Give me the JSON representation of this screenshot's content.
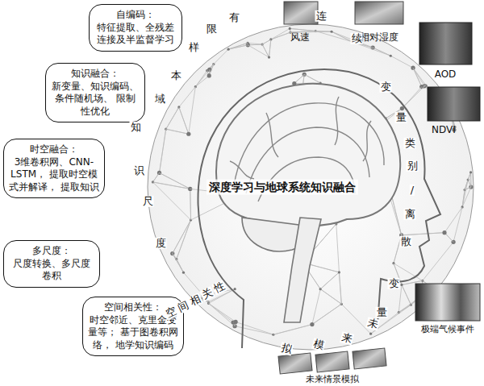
{
  "diagram": {
    "nodes": [
      {
        "text": [
          "自编码：",
          "特征提取、全残差 连接及半监督学习"
        ]
      },
      {
        "text": [
          "知识融合：",
          "新变量、知识编码、 条件随机场、 限制性优化"
        ]
      },
      {
        "text": [
          "时空融合：",
          "3维卷积网、CNN-LSTM， 提取时空模式并解译， 提取知识"
        ]
      },
      {
        "text": [
          "多尺度：",
          "尺度转换、多尺度卷积"
        ]
      },
      {
        "text": [
          "空间相关性：",
          "时空邻近、克里金变量等； 基于图卷积网络， 地学知识编码"
        ]
      }
    ],
    "labels": [
      "有限样本域知识尺度",
      "风速",
      "相对湿度",
      "连续变量类别/离散变量",
      "AOD",
      "NDVI",
      "深度学习与地球系统知识融合",
      "空间相关性",
      "极端气候事件",
      "未来模拟",
      "未来情景模拟"
    ]
  }
}
